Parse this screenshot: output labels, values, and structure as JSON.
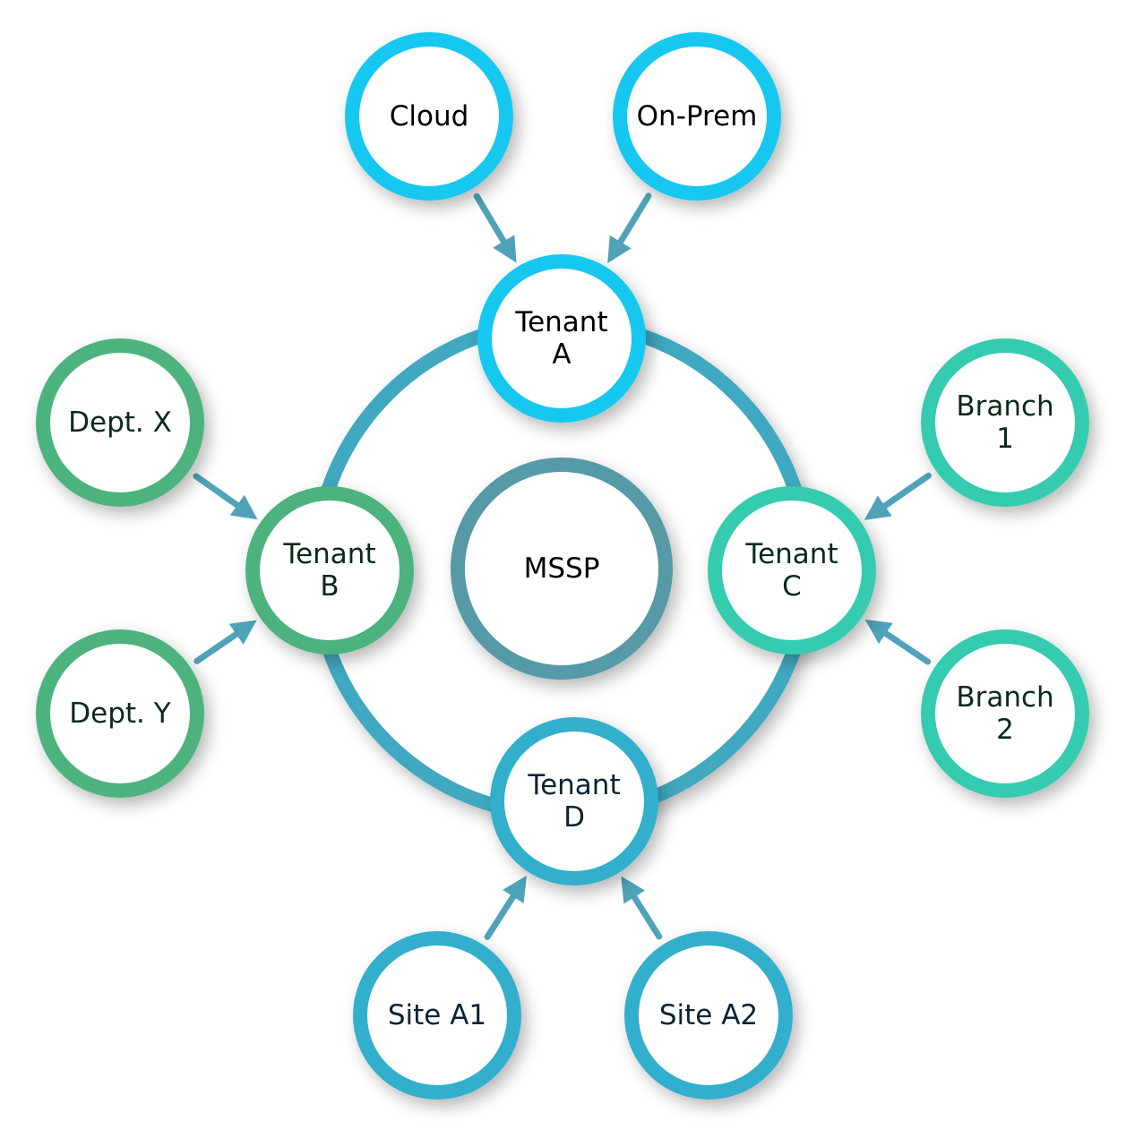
{
  "diagram": {
    "title": "MSSP multi-tenant hierarchy",
    "colors": {
      "ring": "#41a8c0",
      "arrow": "#4fa3b8",
      "mssp": "#5799a7",
      "tenant_a": "#13c8ef",
      "tenant_b": "#4db37e",
      "tenant_c": "#36cbae",
      "tenant_d": "#33afcc",
      "text_dark": "#000000",
      "text_green": "#0a2a18",
      "text_blue": "#0a2433"
    },
    "center": {
      "id": "mssp",
      "label": [
        "MSSP"
      ]
    },
    "tenants": [
      {
        "id": "tenant-a",
        "label": [
          "Tenant",
          "A"
        ],
        "color_key": "tenant_a",
        "text_key": "text_dark",
        "children": [
          {
            "id": "cloud",
            "label": [
              "Cloud"
            ]
          },
          {
            "id": "on-prem",
            "label": [
              "On-Prem"
            ]
          }
        ]
      },
      {
        "id": "tenant-b",
        "label": [
          "Tenant",
          "B"
        ],
        "color_key": "tenant_b",
        "text_key": "text_green",
        "children": [
          {
            "id": "dept-x",
            "label": [
              "Dept. X"
            ]
          },
          {
            "id": "dept-y",
            "label": [
              "Dept. Y"
            ]
          }
        ]
      },
      {
        "id": "tenant-c",
        "label": [
          "Tenant",
          "C"
        ],
        "color_key": "tenant_c",
        "text_key": "text_green",
        "children": [
          {
            "id": "branch-1",
            "label": [
              "Branch",
              "1"
            ]
          },
          {
            "id": "branch-2",
            "label": [
              "Branch",
              "2"
            ]
          }
        ]
      },
      {
        "id": "tenant-d",
        "label": [
          "Tenant",
          "D"
        ],
        "color_key": "tenant_d",
        "text_key": "text_blue",
        "children": [
          {
            "id": "site-a1",
            "label": [
              "Site A1"
            ]
          },
          {
            "id": "site-a2",
            "label": [
              "Site A2"
            ]
          }
        ]
      }
    ],
    "edges": [
      {
        "from": "cloud",
        "to": "tenant-a"
      },
      {
        "from": "on-prem",
        "to": "tenant-a"
      },
      {
        "from": "dept-x",
        "to": "tenant-b"
      },
      {
        "from": "dept-y",
        "to": "tenant-b"
      },
      {
        "from": "branch-1",
        "to": "tenant-c"
      },
      {
        "from": "branch-2",
        "to": "tenant-c"
      },
      {
        "from": "site-a1",
        "to": "tenant-d"
      },
      {
        "from": "site-a2",
        "to": "tenant-d"
      }
    ]
  }
}
